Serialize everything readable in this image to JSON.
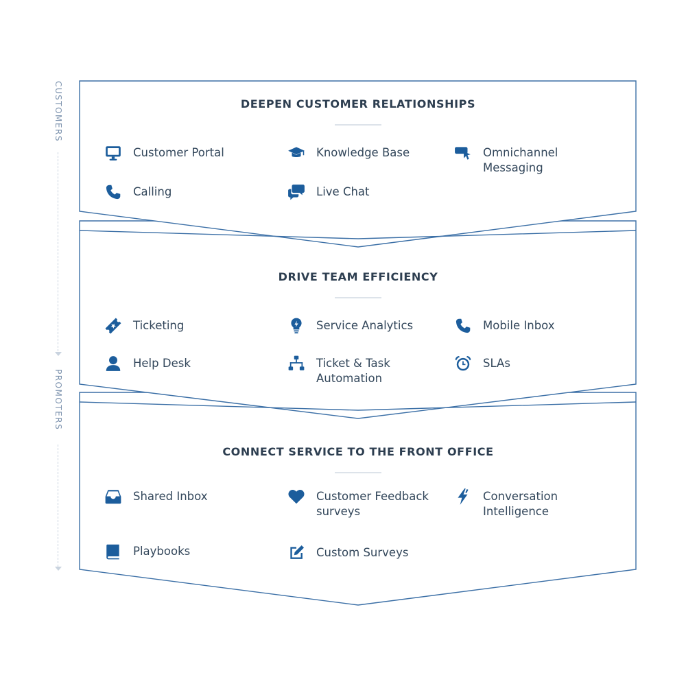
{
  "side_labels": {
    "top": "CUSTOMERS",
    "bottom": "PROMOTERS"
  },
  "sections": [
    {
      "title": "DEEPEN CUSTOMER RELATIONSHIPS",
      "features": [
        {
          "label": "Customer Portal",
          "icon": "monitor-icon"
        },
        {
          "label": "Knowledge Base",
          "icon": "graduation-cap-icon"
        },
        {
          "label": "Omnichannel Messaging",
          "icon": "cursor-message-icon"
        },
        {
          "label": "Calling",
          "icon": "phone-icon"
        },
        {
          "label": "Live Chat",
          "icon": "chat-bubbles-icon"
        }
      ]
    },
    {
      "title": "DRIVE TEAM EFFICIENCY",
      "features": [
        {
          "label": "Ticketing",
          "icon": "ticket-icon"
        },
        {
          "label": "Service Analytics",
          "icon": "lightbulb-icon"
        },
        {
          "label": "Mobile Inbox",
          "icon": "phone-icon"
        },
        {
          "label": "Help Desk",
          "icon": "person-icon"
        },
        {
          "label": "Ticket & Task Automation",
          "icon": "workflow-icon"
        },
        {
          "label": "SLAs",
          "icon": "alarm-clock-icon"
        }
      ]
    },
    {
      "title": "CONNECT SERVICE TO THE FRONT OFFICE",
      "features": [
        {
          "label": "Shared Inbox",
          "icon": "inbox-tray-icon"
        },
        {
          "label": "Customer Feedback surveys",
          "icon": "heart-icon"
        },
        {
          "label": "Conversation Intelligence",
          "icon": "lightning-bolt-icon"
        },
        {
          "label": "Playbooks",
          "icon": "book-icon"
        },
        {
          "label": "Custom Surveys",
          "icon": "edit-survey-icon"
        }
      ]
    }
  ],
  "colors": {
    "accent": "#1c5d9c",
    "frame": "#3b6fa6",
    "text": "#33475b",
    "side": "#7d93ae"
  }
}
